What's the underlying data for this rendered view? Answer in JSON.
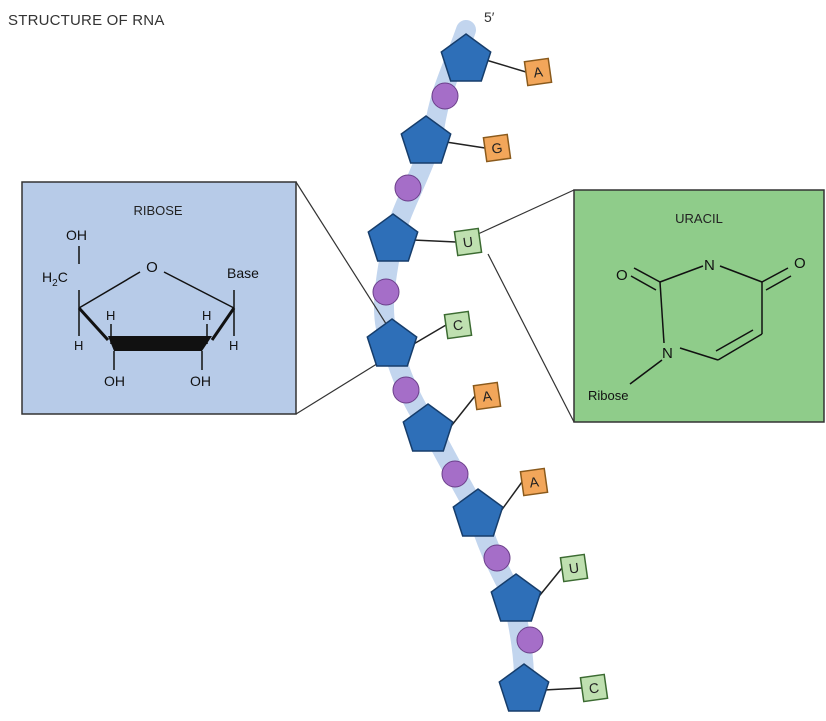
{
  "title": "STRUCTURE OF RNA",
  "strand": {
    "end_label": "5′",
    "bases": [
      {
        "letter": "A",
        "type": "purine"
      },
      {
        "letter": "G",
        "type": "purine"
      },
      {
        "letter": "U",
        "type": "pyrimidine"
      },
      {
        "letter": "C",
        "type": "pyrimidine"
      },
      {
        "letter": "A",
        "type": "purine"
      },
      {
        "letter": "A",
        "type": "purine"
      },
      {
        "letter": "U",
        "type": "pyrimidine"
      },
      {
        "letter": "C",
        "type": "pyrimidine"
      }
    ]
  },
  "ribose_panel": {
    "title": "RIBOSE",
    "labels": {
      "oh_top": "OH",
      "h2c_main": "H",
      "h2c_sub": "2",
      "h2c_tail": "C",
      "ring_o": "O",
      "base": "Base",
      "h_left_out": "H",
      "h_left_in": "H",
      "h_right_in": "H",
      "h_right_out": "H",
      "oh_left": "OH",
      "oh_right": "OH"
    }
  },
  "uracil_panel": {
    "title": "URACIL",
    "labels": {
      "o_left": "O",
      "n_top": "N",
      "o_right": "O",
      "n_bottom": "N",
      "ribose": "Ribose"
    }
  },
  "colors": {
    "sugar": "#2e6fb8",
    "phosphate": "#a56ec8",
    "purine": "#f2a65a",
    "pyrimidine": "#bfe0b0",
    "ribose_panel": "#b7cbe8",
    "uracil_panel": "#8fcc8a",
    "backbone": "#c2d5ee"
  }
}
